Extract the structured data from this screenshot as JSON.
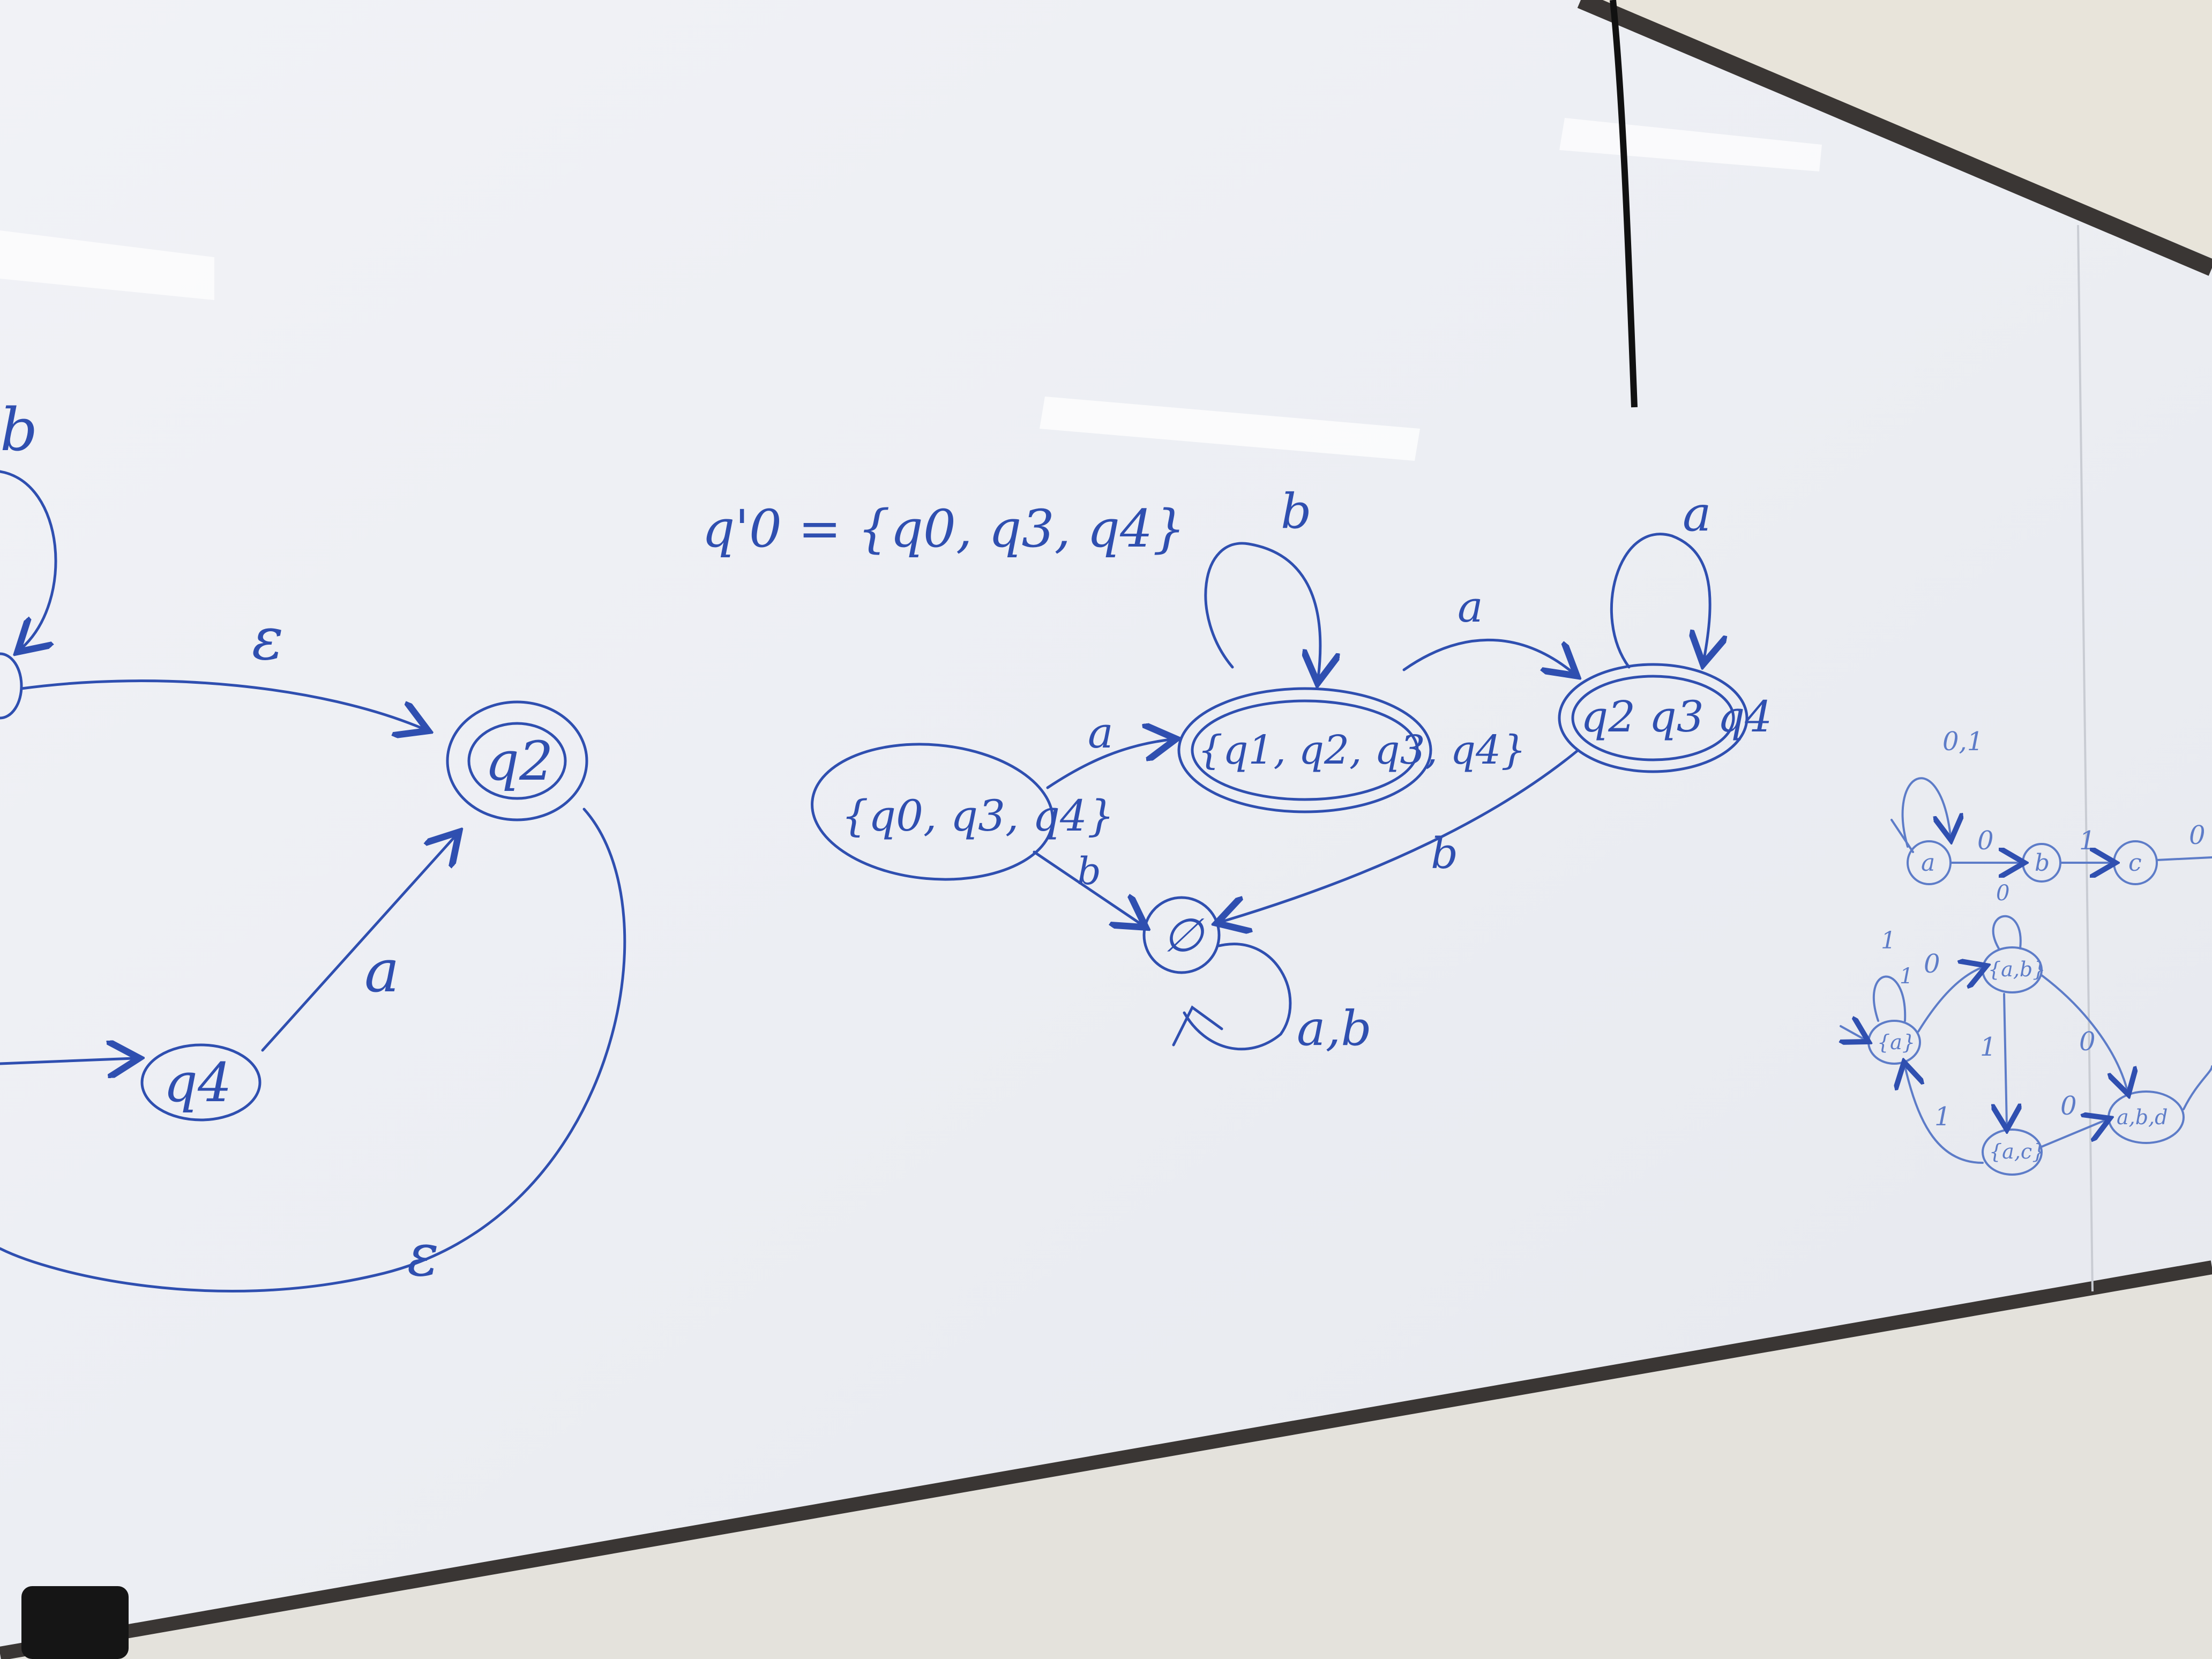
{
  "colors": {
    "marker_blue": "#2f4fb0",
    "faint_blue": "#5d7cc8",
    "board_white": "#eef0f4",
    "frame": "#3a3634",
    "wall": "#e4e2dc"
  },
  "left_nfa": {
    "state_q2": "q2",
    "state_q4": "q4",
    "label_top_loop": "b",
    "label_epsilon_top": "ε",
    "label_a": "a",
    "label_epsilon_bottom": "ε"
  },
  "middle_dfa": {
    "start_def": "q'0 = {q0, q3, q4}",
    "states": {
      "start": "{q0, q3, q4}",
      "s1": "{q1, q2, q3, q4}",
      "s2": "q2 q3 q4",
      "empty": "∅"
    },
    "labels": {
      "start_to_s1": "a",
      "start_to_empty": "b",
      "s1_loop": "b",
      "s1_to_s2": "a",
      "s2_loop": "a",
      "s2_to_empty": "b",
      "empty_loop": "a,b"
    }
  },
  "right_dfa": {
    "states": [
      "a",
      "b",
      "c",
      "{a,b}",
      "{a}",
      "{a,c}",
      "a,b,d"
    ],
    "labels": [
      "0,1",
      "0",
      "1",
      "0",
      "0",
      "1",
      "0",
      "1",
      "0",
      "1",
      "0",
      "1"
    ]
  }
}
